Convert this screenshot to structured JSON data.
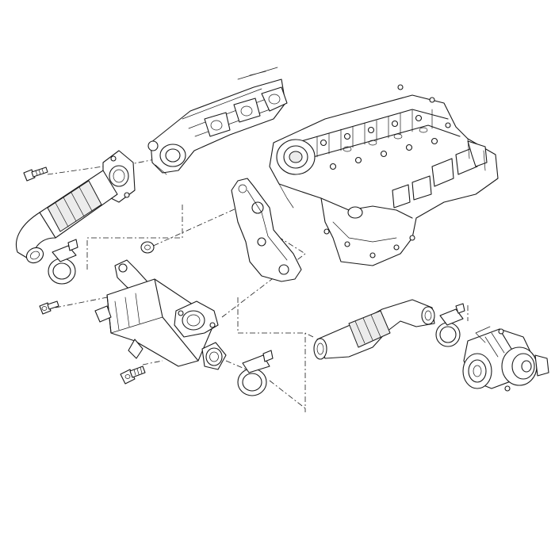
{
  "diagram": {
    "type": "exploded-parts-view",
    "line_color": "#1a1a1a",
    "background": "#ffffff",
    "parts": [
      {
        "name": "engine-cylinder-head"
      },
      {
        "name": "exhaust-manifold"
      },
      {
        "name": "egr-inlet-pipe"
      },
      {
        "name": "egr-cooler"
      },
      {
        "name": "egr-outlet-pipe"
      },
      {
        "name": "egr-valve"
      },
      {
        "name": "mounting-bracket"
      },
      {
        "name": "hose-clamp",
        "count": 4
      },
      {
        "name": "bolt",
        "count": 3
      },
      {
        "name": "washer",
        "count": 1
      }
    ]
  }
}
